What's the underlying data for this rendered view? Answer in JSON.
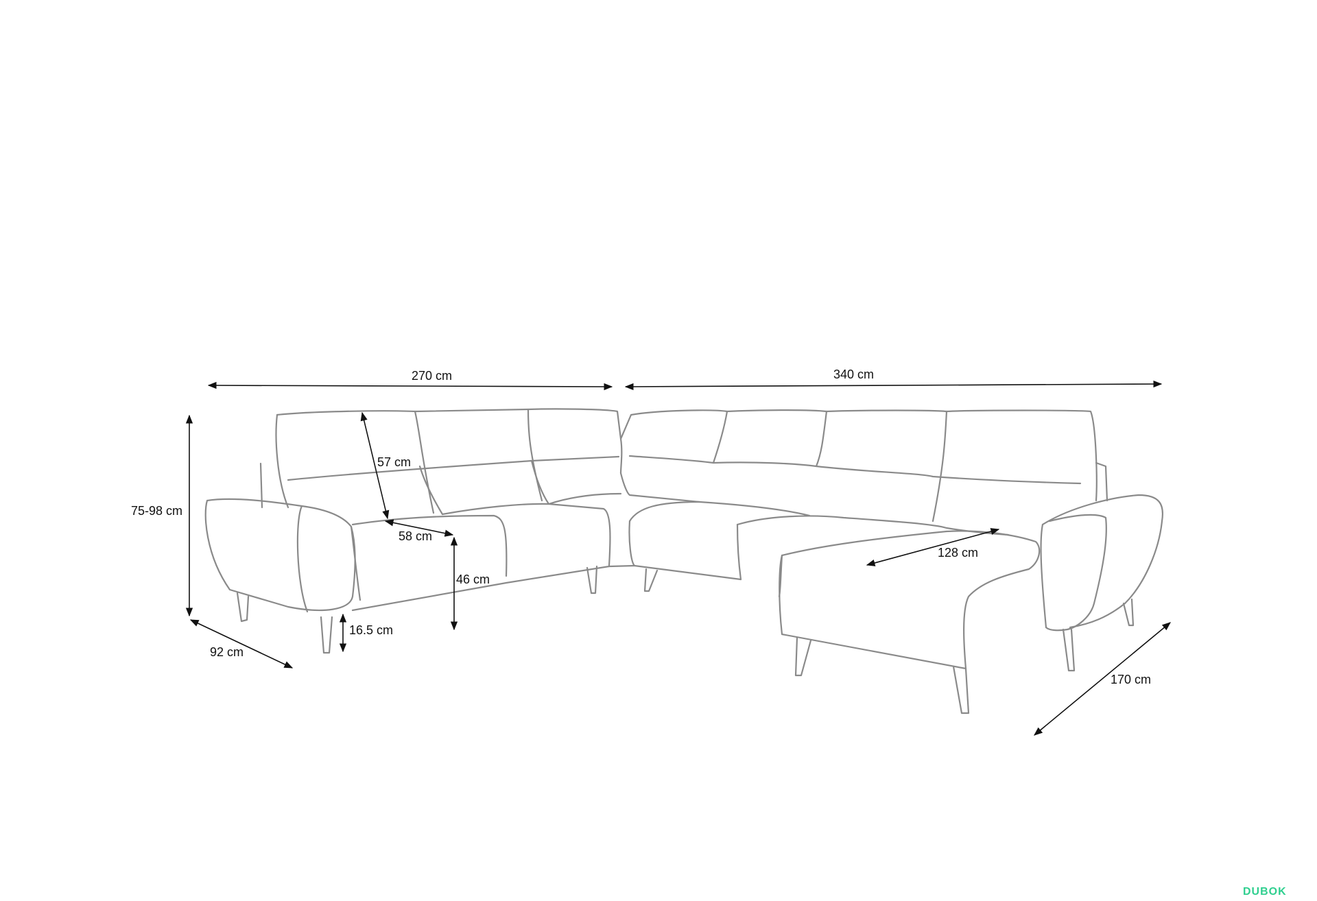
{
  "dimensions": {
    "width_left": "270 cm",
    "width_right": "340 cm",
    "height": "75-98 cm",
    "depth": "92 cm",
    "backrest": "57 cm",
    "seat_depth": "58 cm",
    "seat_height": "46 cm",
    "leg_height": "16.5 cm",
    "chaise_width": "128 cm",
    "chaise_depth": "170 cm"
  },
  "brand": {
    "name": "DUBOK",
    "tagline": "",
    "color": "#2fcf8f"
  },
  "colors": {
    "outline": "#8a8a8a",
    "dimension": "#111111"
  }
}
